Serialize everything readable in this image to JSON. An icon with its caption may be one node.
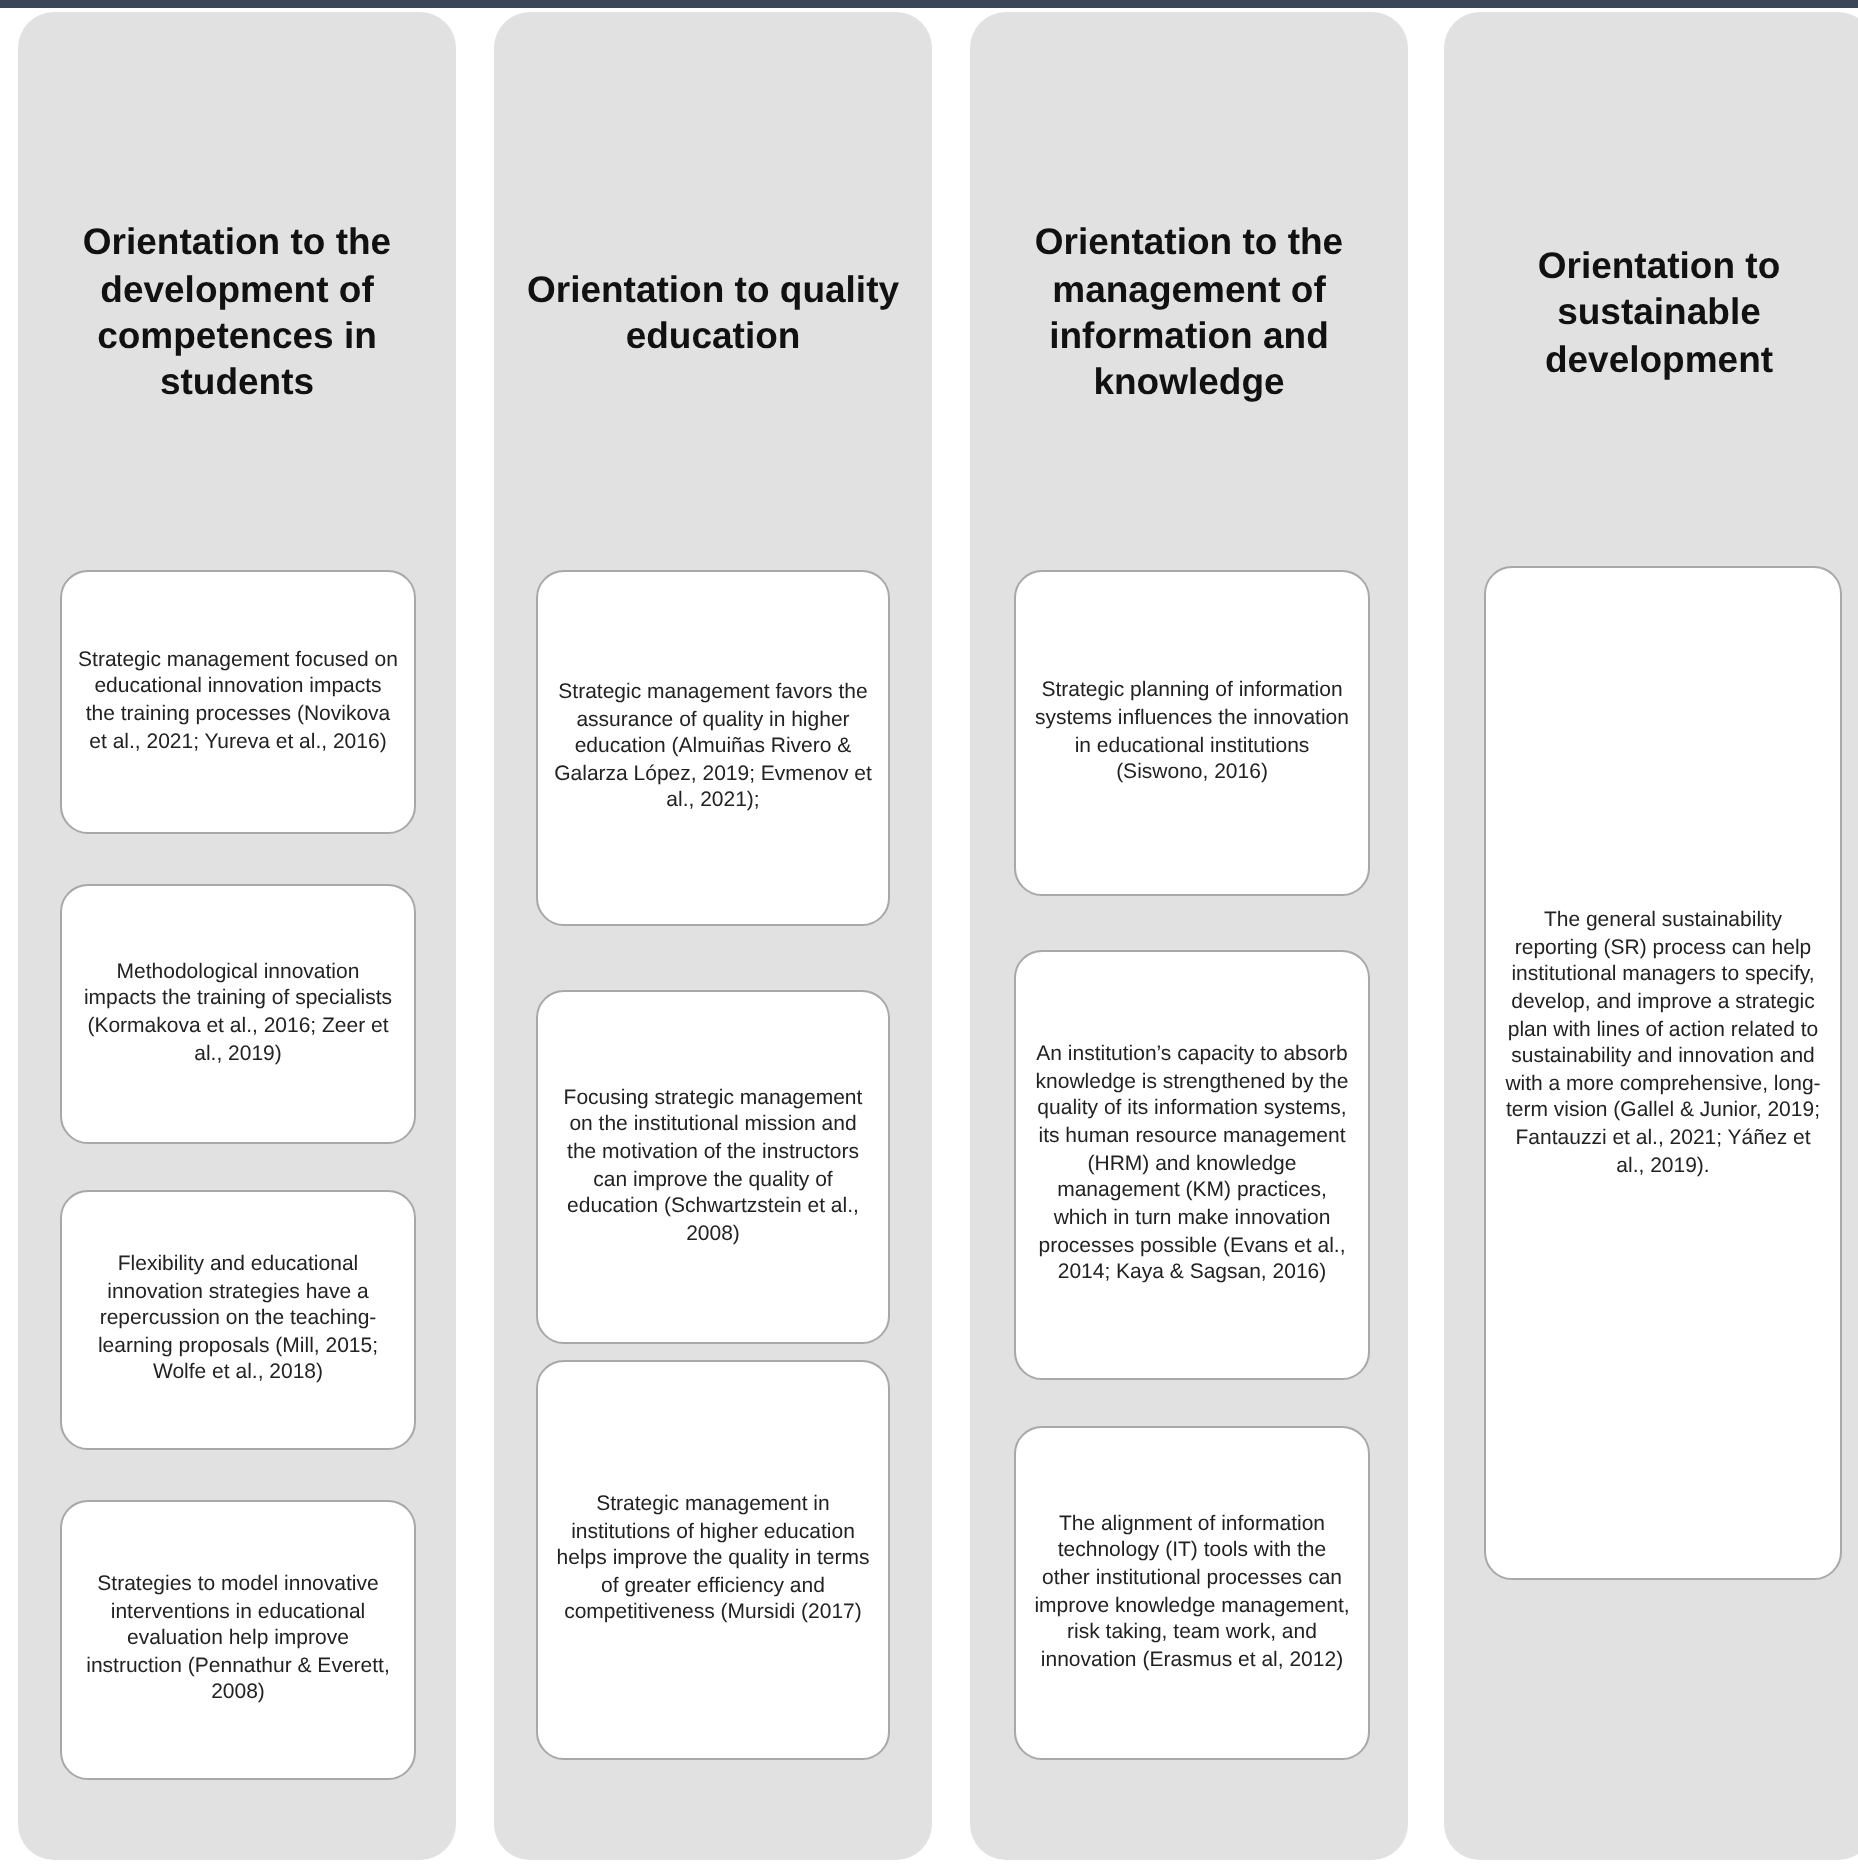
{
  "diagram": {
    "nodes": [
      {
        "text": [
          "Orientation to the development of competences in students"
        ]
      },
      {
        "text": [
          "Strategic management focused on educational innovation impacts the training processes (Novikova et al., 2021; Yureva et al., 2016)"
        ],
        "in": 0
      },
      {
        "text": [
          "Methodological innovation impacts the training of specialists (Kormakova et al., 2016; Zeer et al., 2019)"
        ],
        "in": 0
      },
      {
        "text": [
          "Flexibility and educational innovation strategies have a repercussion on the teaching-learning proposals (Mill, 2015; Wolfe et al., 2018)"
        ],
        "in": 0
      },
      {
        "text": [
          "Strategies to model innovative interventions in educational evaluation help improve instruction (Pennathur & Everett, 2008)"
        ],
        "in": 0
      },
      {
        "text": [
          "Orientation to quality education"
        ]
      },
      {
        "text": [
          "Strategic management favors the assurance of quality in higher education (Almuiñas Rivero & Galarza López, 2019; Evmenov et al., 2021);"
        ],
        "in": 5
      },
      {
        "text": [
          "Focusing strategic management on the institutional mission and the motivation of the instructors can improve the quality of education (Schwartzstein et al., 2008)"
        ],
        "in": 5
      },
      {
        "text": [
          "Strategic management in institutions of higher education helps improve the quality in terms of greater efficiency and competitiveness (Mursidi (2017)"
        ],
        "in": 5
      },
      {
        "text": [
          "Orientation to the management of information and knowledge"
        ]
      },
      {
        "text": [
          "Strategic planning of information systems influences the innovation in educational institutions (Siswono, 2016)"
        ],
        "in": 9
      },
      {
        "text": [
          "An institution’s capacity to absorb knowledge is strengthened by the quality of its information systems, its human resource management (HRM) and knowledge management (KM) practices, which in turn make innovation processes possible (Evans et al., 2014; Kaya & Sagsan, 2016)"
        ],
        "in": 9
      },
      {
        "text": [
          "The alignment of information technology (IT) tools with the other institutional processes can improve knowledge management, risk taking, team work, and innovation (Erasmus et al, 2012)"
        ],
        "in": 9
      },
      {
        "text": [
          "Orientation to sustainable development"
        ]
      },
      {
        "text": [
          "The general sustainability reporting (SR) process can help institutional managers to specify, develop, and improve a strategic plan with lines of action related to sustainability and innovation and with a more comprehensive, long-term vision (Gallel & Junior, 2019; Fantauzzi et al., 2021; Yáñez et al., 2019)."
        ],
        "in": 13
      }
    ]
  }
}
